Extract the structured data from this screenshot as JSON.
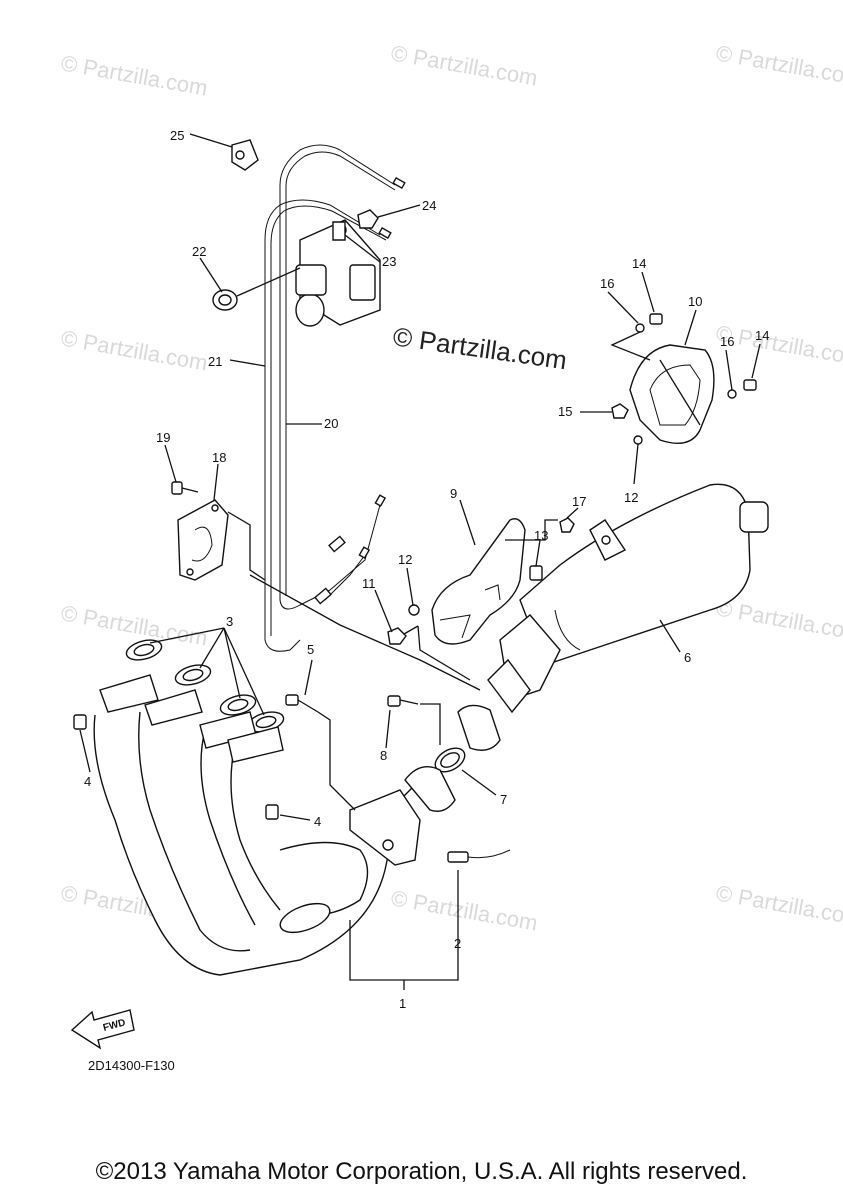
{
  "diagram": {
    "diagram_code": "2D14300-F130",
    "fwd_label": "FWD",
    "center_watermark": "© Partzilla.com",
    "background_watermark": "© Partzilla.com",
    "copyright": "©2013 Yamaha Motor Corporation, U.S.A. All rights reserved.",
    "callouts": [
      {
        "id": "c1",
        "label": "1"
      },
      {
        "id": "c2",
        "label": "2"
      },
      {
        "id": "c3",
        "label": "3"
      },
      {
        "id": "c4a",
        "label": "4"
      },
      {
        "id": "c4b",
        "label": "4"
      },
      {
        "id": "c5",
        "label": "5"
      },
      {
        "id": "c6",
        "label": "6"
      },
      {
        "id": "c7",
        "label": "7"
      },
      {
        "id": "c8",
        "label": "8"
      },
      {
        "id": "c9",
        "label": "9"
      },
      {
        "id": "c10",
        "label": "10"
      },
      {
        "id": "c11",
        "label": "11"
      },
      {
        "id": "c12a",
        "label": "12"
      },
      {
        "id": "c12b",
        "label": "12"
      },
      {
        "id": "c13",
        "label": "13"
      },
      {
        "id": "c14a",
        "label": "14"
      },
      {
        "id": "c14b",
        "label": "14"
      },
      {
        "id": "c15",
        "label": "15"
      },
      {
        "id": "c16a",
        "label": "16"
      },
      {
        "id": "c16b",
        "label": "16"
      },
      {
        "id": "c17",
        "label": "17"
      },
      {
        "id": "c18",
        "label": "18"
      },
      {
        "id": "c19",
        "label": "19"
      },
      {
        "id": "c20",
        "label": "20"
      },
      {
        "id": "c21",
        "label": "21"
      },
      {
        "id": "c22",
        "label": "22"
      },
      {
        "id": "c23",
        "label": "23"
      },
      {
        "id": "c24",
        "label": "24"
      },
      {
        "id": "c25",
        "label": "25"
      }
    ]
  }
}
